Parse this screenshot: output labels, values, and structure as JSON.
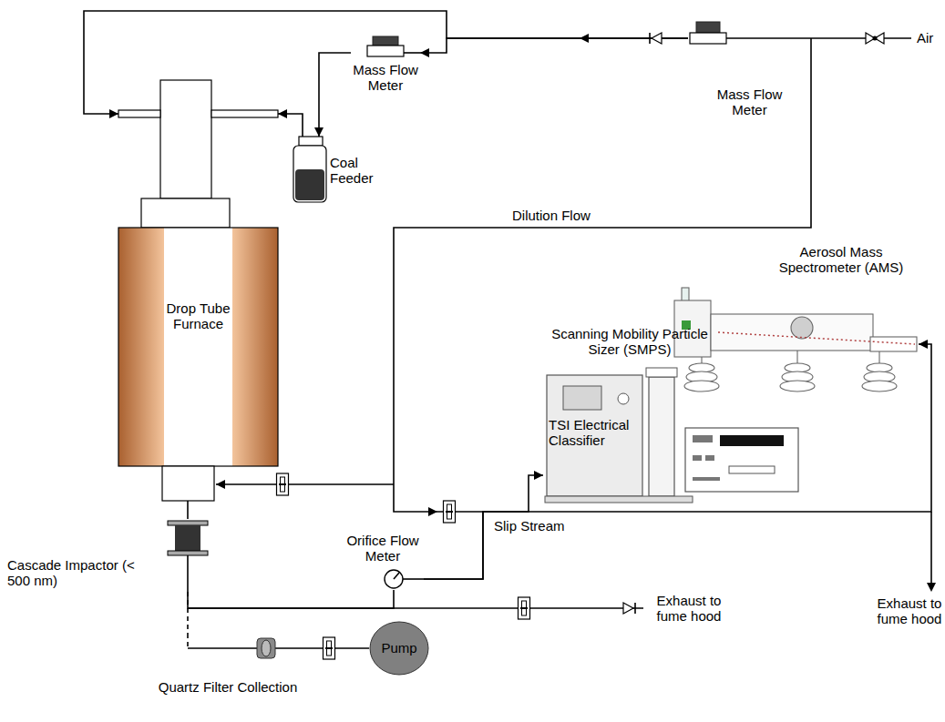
{
  "diagram": {
    "nodes": [
      {
        "text": [
          "Mass Flow Meter"
        ]
      },
      {
        "text": [
          "Mass Flow Meter"
        ]
      },
      {
        "text": [
          "Coal Feeder"
        ]
      },
      {
        "text": [
          "Drop Tube Furnace"
        ]
      },
      {
        "text": [
          "Aerosol Mass Spectrometer (AMS)"
        ]
      },
      {
        "text": [
          "Scanning Mobility Particle Sizer (SMPS)",
          "TSI Electrical Classifier"
        ]
      },
      {
        "text": [
          "Cascade Impactor (< 500 nm)"
        ]
      },
      {
        "text": [
          "Orifice Flow Meter"
        ]
      },
      {
        "text": [
          "Quartz Filter Collection"
        ]
      },
      {
        "text": [
          "Pump"
        ]
      }
    ],
    "edges": [
      {
        "from": 1,
        "to": 0,
        "arrow": "to"
      },
      {
        "from": 1,
        "to": 3,
        "arrow": "to"
      },
      {
        "from": 0,
        "to": 2,
        "arrow": "to"
      },
      {
        "from": 2,
        "to": 3,
        "arrow": "to"
      },
      {
        "from": 3,
        "to": 6,
        "arrow": "none"
      },
      {
        "from": 6,
        "to": 7,
        "arrow": "none"
      },
      {
        "from": 7,
        "to": 5,
        "arrow": "to"
      },
      {
        "from": 7,
        "to": 4,
        "arrow": "to"
      },
      {
        "from": 6,
        "to": 8,
        "arrow": "none"
      },
      {
        "from": 8,
        "to": 9,
        "arrow": "none"
      }
    ],
    "labels": [
      "Air",
      "Dilution Flow",
      "Slip Stream",
      "Exhaust to fume hood",
      "Exhaust to fume hood"
    ]
  }
}
